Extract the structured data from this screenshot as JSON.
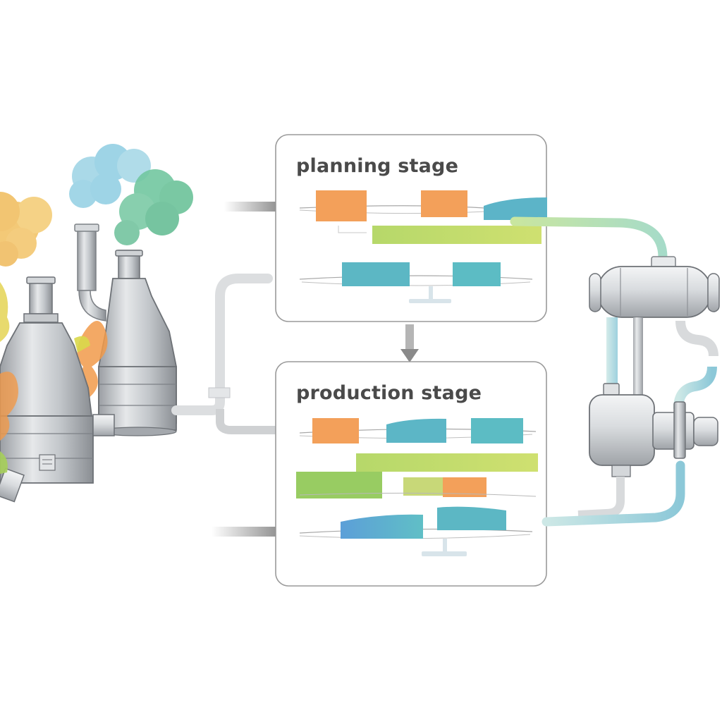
{
  "stages": [
    {
      "id": "planning",
      "title": "planning stage"
    },
    {
      "id": "production",
      "title": "production stage"
    }
  ],
  "colors": {
    "orange": "#f3a05a",
    "blue": "#5aaed2",
    "teal": "#5cbcc4",
    "lime": "#b8d860",
    "green": "#98cc62",
    "steel": "#bfc3c7",
    "steel_dark": "#8d9196",
    "smoke_blue": "#8ecde2",
    "smoke_green": "#6cc39a",
    "smoke_orange": "#f2c060",
    "pipe_gray": "#d8dadc",
    "arrow_gray": "#8a8a8a",
    "frame": "#9a9a9a"
  }
}
